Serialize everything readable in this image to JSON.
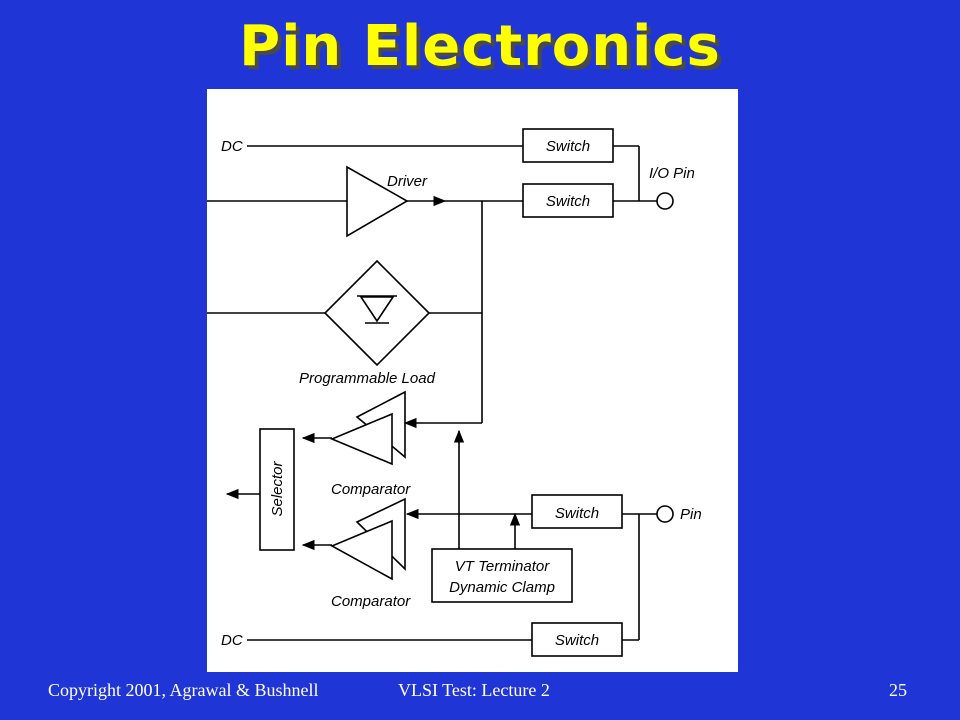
{
  "slide": {
    "title": "Pin Electronics",
    "footer_left": "Copyright 2001, Agrawal & Bushnell",
    "footer_center": "VLSI Test: Lecture 2",
    "page_number": "25"
  },
  "diagram": {
    "dc_top": "DC",
    "dc_bottom": "DC",
    "switch_1": "Switch",
    "switch_2": "Switch",
    "switch_3": "Switch",
    "switch_4": "Switch",
    "driver": "Driver",
    "io_pin": "I/O Pin",
    "pin": "Pin",
    "programmable_load": "Programmable Load",
    "comparator_top": "Comparator",
    "comparator_bottom": "Comparator",
    "selector": "Selector",
    "vt_line1": "VT Terminator",
    "vt_line2": "Dynamic Clamp"
  }
}
